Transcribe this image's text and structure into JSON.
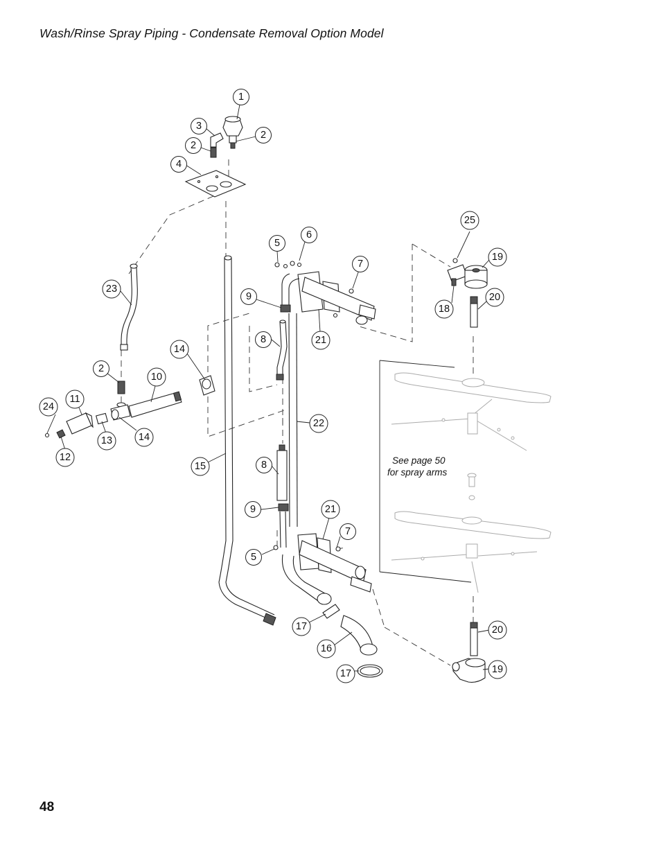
{
  "header": {
    "title": "Wash/Rinse Spray Piping - Condensate Removal Option Model"
  },
  "footer": {
    "page_number": "48"
  },
  "diagram": {
    "note_lines": [
      "See page 50",
      "for spray arms"
    ],
    "callout_labels": {
      "c1": "1",
      "c2a": "2",
      "c2b": "2",
      "c2c": "2",
      "c3": "3",
      "c4": "4",
      "c5a": "5",
      "c5b": "5",
      "c6": "6",
      "c7a": "7",
      "c7b": "7",
      "c8a": "8",
      "c8b": "8",
      "c9a": "9",
      "c9b": "9",
      "c10": "10",
      "c11": "11",
      "c12": "12",
      "c13": "13",
      "c14a": "14",
      "c14b": "14",
      "c15": "15",
      "c16": "16",
      "c17a": "17",
      "c17b": "17",
      "c18": "18",
      "c19a": "19",
      "c19b": "19",
      "c20a": "20",
      "c20b": "20",
      "c21a": "21",
      "c21b": "21",
      "c22": "22",
      "c23": "23",
      "c24": "24",
      "c25": "25"
    }
  }
}
